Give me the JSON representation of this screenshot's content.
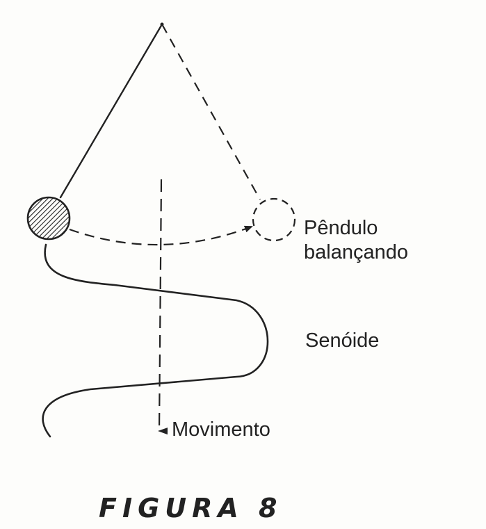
{
  "labels": {
    "pendulum_line1": "Pêndulo",
    "pendulum_line2": "balançando",
    "sine": "Senóide",
    "movement": "Movimento"
  },
  "caption": "FIGURA 8",
  "colors": {
    "ink": "#222222",
    "paper": "#fdfdfb"
  }
}
